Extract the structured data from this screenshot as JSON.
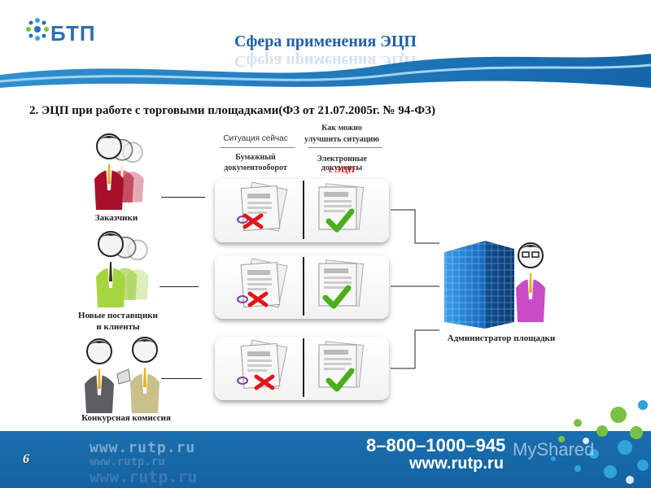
{
  "logo": {
    "text": "БТП"
  },
  "slide": {
    "title": "Сфера применения ЭЦП",
    "subtitle": "2. ЭЦП при работе с торговыми площадками(ФЗ от 21.07.2005г. № 94-ФЗ)"
  },
  "columns": {
    "now_header": "Ситуация сейчас",
    "better_header_line1": "Как можно",
    "better_header_line2": "улучшить ситуацию",
    "now_sub_line1": "Бумажный",
    "now_sub_line2": "документооборот",
    "better_sub_prefix": "Электронные документы",
    "better_sub_highlight": "с ЭЦП"
  },
  "participants": {
    "customers": "Заказчики",
    "suppliers_line1": "Новые поставщики",
    "suppliers_line2": "и клиенты",
    "commission": "Конкурсная комиссия",
    "admin": "Администратор площадки"
  },
  "footer": {
    "page_number": "6",
    "url_pattern": "www.rutp.ru",
    "phone": "8–800–1000–945",
    "site": "www.rutp.ru",
    "watermark": "MyShared"
  },
  "colors": {
    "brand_blue": "#1f5fa8",
    "footer_blue": "#1a6fae",
    "check_green": "#4caf1a",
    "cross_red": "#e0161c",
    "highlight_red": "#e0161c"
  }
}
